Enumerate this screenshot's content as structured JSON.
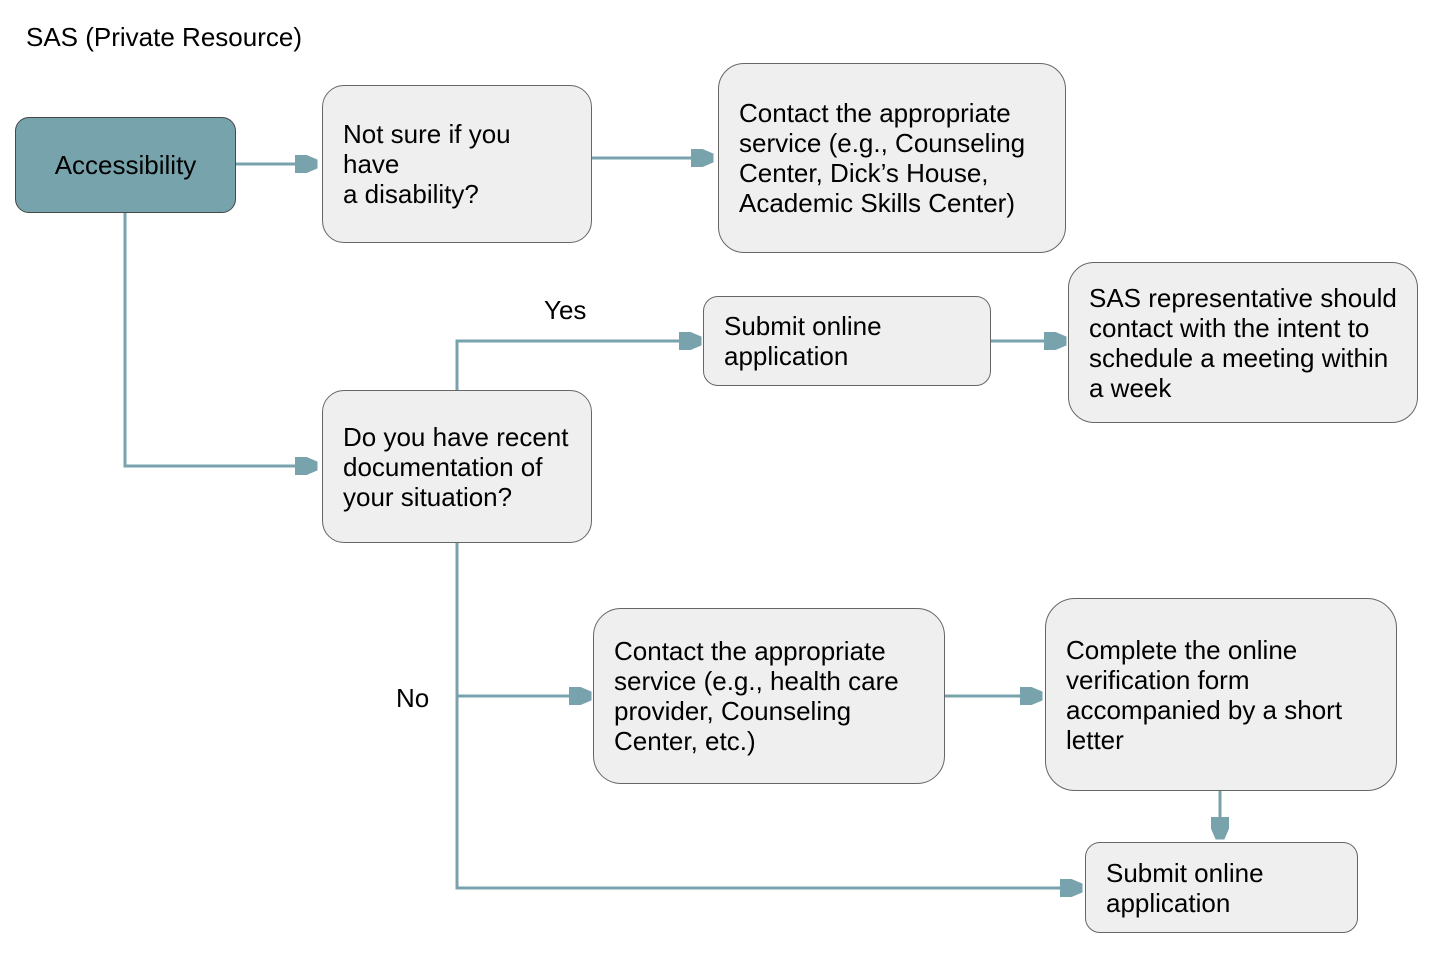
{
  "title": "SAS (Private Resource)",
  "colors": {
    "start_node_fill": "#76a3ac",
    "start_node_border": "#474747",
    "node_fill": "#efefef",
    "node_border": "#666666",
    "connector": "#78a3ad",
    "text": "#000000",
    "background": "#ffffff"
  },
  "nodes": {
    "accessibility": {
      "text": "Accessibility"
    },
    "not_sure": {
      "text": "Not sure if you have\na disability?"
    },
    "contact_counseling": {
      "text": "Contact the appropriate\nservice (e.g., Counseling\nCenter, Dick’s House,\nAcademic Skills Center)"
    },
    "submit_yes": {
      "text": "Submit online\napplication"
    },
    "sas_rep": {
      "text": "SAS representative should\ncontact with the intent to\nschedule a meeting within\na week"
    },
    "decision": {
      "text": "Do you have recent\ndocumentation of\nyour situation?"
    },
    "contact_health": {
      "text": "Contact the appropriate\nservice (e.g., health care\nprovider, Counseling\nCenter, etc.)"
    },
    "complete_form": {
      "text": "Complete the online\nverification form\naccompanied by a short\nletter"
    },
    "submit_final": {
      "text": "Submit online\napplication"
    }
  },
  "edge_labels": {
    "yes": "Yes",
    "no": "No"
  }
}
